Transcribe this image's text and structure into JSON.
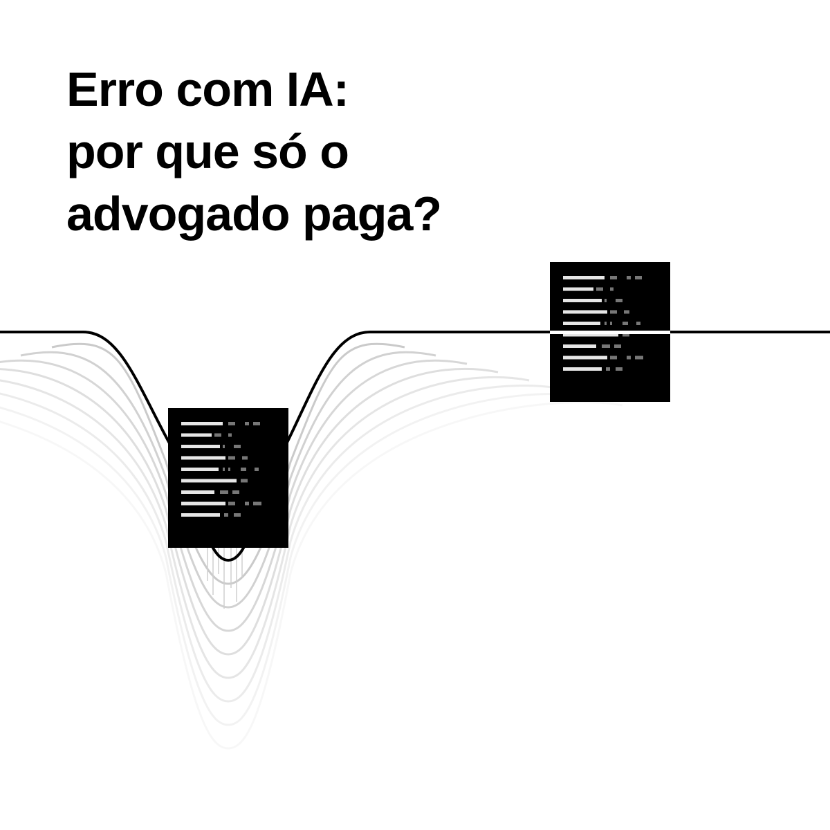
{
  "headline": {
    "line1": "Erro com IA:",
    "line2": "por que só o",
    "line3": "advogado paga?"
  },
  "colors": {
    "background": "#ffffff",
    "ink": "#000000",
    "document_fill": "#000000",
    "document_text_bars": "#e6e6e6",
    "document_meta_bars": "#777777",
    "echo_curves": "#bdbdbd"
  },
  "icons": [
    "document-icon",
    "document-icon",
    "wave-curve"
  ]
}
